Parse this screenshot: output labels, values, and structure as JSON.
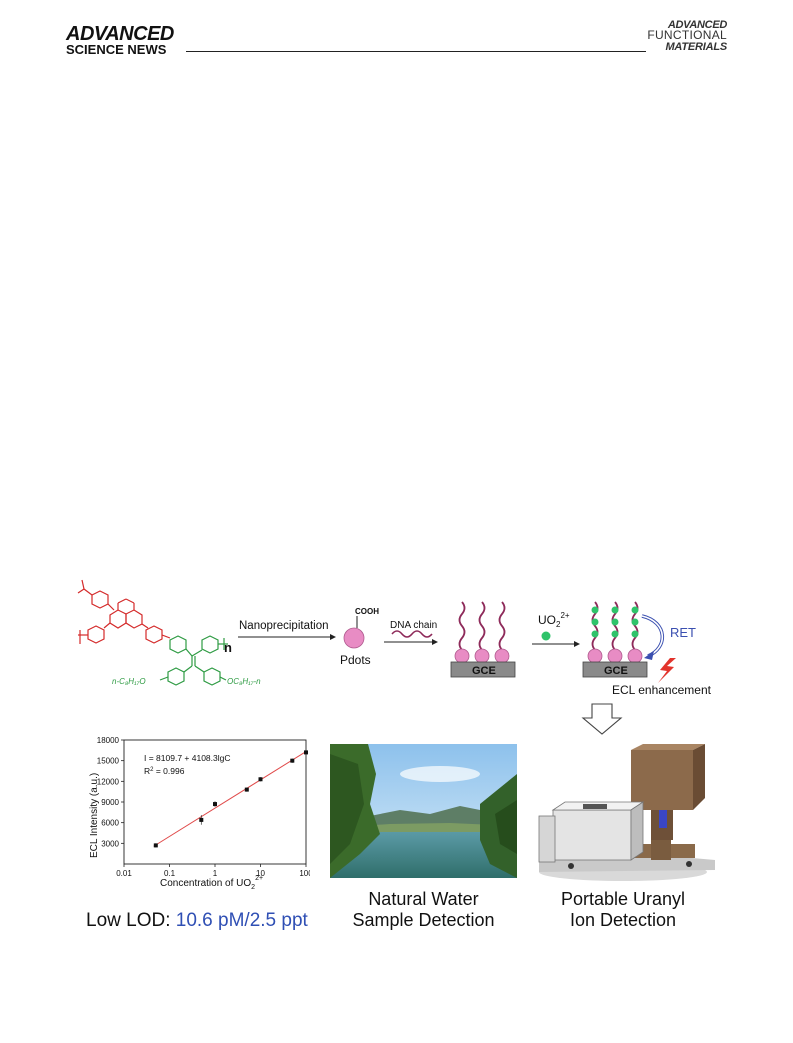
{
  "header": {
    "left_line1": "ADVANCED",
    "left_line2": "SCIENCE NEWS",
    "right_line1": "ADVANCED",
    "right_line2": "FUNCTIONAL",
    "right_line3": "MATERIALS"
  },
  "scheme": {
    "polymer_n": "n",
    "substituent_left": "n-C₈H₁₇O",
    "substituent_right": "OC₈H₁₇-n",
    "step1_label": "Nanoprecipitation",
    "pdots_group": "COOH",
    "pdots_label": "Pdots",
    "dna_label": "DNA chain",
    "electrode_label": "GCE",
    "analyte_label": "UO",
    "analyte_sub": "2",
    "analyte_sup": "2+",
    "ret_label": "RET",
    "enhancement_label": "ECL enhancement"
  },
  "captions": {
    "lod_prefix": "Low LOD: ",
    "lod_value": "10.6 pM/2.5 ppt",
    "water_line1": "Natural Water",
    "water_line2": "Sample Detection",
    "portable_line1": "Portable Uranyl",
    "portable_line2": "Ion Detection"
  },
  "colors": {
    "chain_red": "#d42a2a",
    "chain_green": "#2e9b43",
    "dna_purple": "#8e2a5a",
    "pdot_pink": "#e88cc4",
    "uranyl_green": "#2fc36a",
    "ret_blue": "#3a4fb0",
    "fit_line": "#e04a4a",
    "lod_blue": "#2f4fb4"
  },
  "chart_data": {
    "type": "scatter",
    "x_scale": "log",
    "x": [
      0.05,
      0.5,
      1,
      5,
      10,
      50,
      100
    ],
    "y": [
      2700,
      6400,
      8700,
      10800,
      12300,
      15000,
      16200
    ],
    "y_err": [
      300,
      700,
      400,
      300,
      300,
      300,
      200
    ],
    "fit": {
      "intercept": 8109.7,
      "slope": 4108.3
    },
    "equation": "I = 8109.7 + 4108.3lgC",
    "r2_prefix": "R",
    "r2_sup": "2",
    "r2_value": " = 0.996",
    "xlabel": "Concentration of UO",
    "xlabel_sub": "2",
    "xlabel_sup": "2+",
    "ylabel": "ECL Intensity (a.u.)",
    "xlim": [
      0.01,
      100
    ],
    "ylim": [
      0,
      18000
    ],
    "xticks": [
      0.01,
      0.1,
      1,
      10,
      100
    ],
    "xtick_labels": [
      "0.01",
      "0.1",
      "1",
      "10",
      "100"
    ],
    "yticks": [
      3000,
      6000,
      9000,
      12000,
      15000,
      18000
    ],
    "ytick_labels": [
      "3000",
      "6000",
      "9000",
      "12000",
      "15000",
      "18000"
    ]
  }
}
